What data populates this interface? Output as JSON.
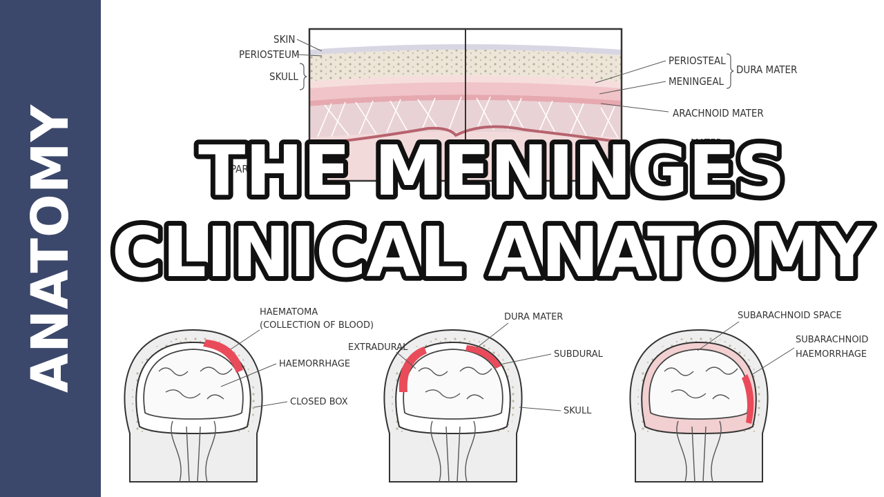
{
  "sidebar": {
    "label": "ANATOMY",
    "bg": "#3c486b"
  },
  "title": {
    "line1": "THE MENINGES",
    "line2": "CLINICAL ANATOMY"
  },
  "layers_diagram": {
    "left_labels": {
      "skin": "SKIN",
      "periosteum": "PERIOSTEUM",
      "skull": "SKULL",
      "parenchyma": "PARENCHY"
    },
    "right_labels": {
      "periosteal": "PERIOSTEAL",
      "meningeal": "MENINGEAL",
      "dura_mater": "DURA MATER",
      "arachnoid": "ARACHNOID MATER",
      "pia_partial": "MATER"
    }
  },
  "brain1": {
    "haematoma": "HAEMATOMA",
    "collection": "(COLLECTION OF BLOOD)",
    "haemorrhage": "HAEMORRHAGE",
    "closed_box": "CLOSED BOX"
  },
  "brain2": {
    "dura_mater": "DURA MATER",
    "extradural": "EXTRADURAL",
    "subdural": "SUBDURAL",
    "skull": "SKULL"
  },
  "brain3": {
    "subarachnoid_space": "SUBARACHNOID SPACE",
    "sah1": "SUBARACHNOID",
    "sah2": "HAEMORRHAGE"
  },
  "colors": {
    "blood": "#e94b5a",
    "pink_layer": "#f0c4c8",
    "bone": "#ece5d8"
  }
}
